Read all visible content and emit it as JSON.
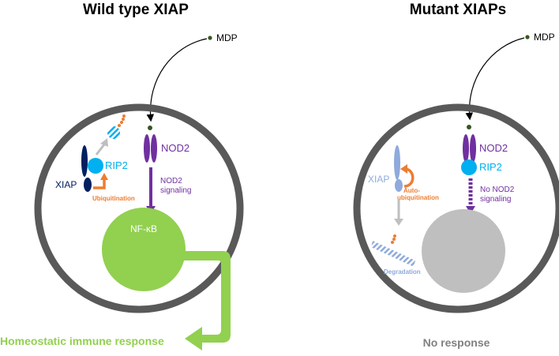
{
  "left_panel": {
    "title": "Wild type XIAP",
    "mdp_label": "MDP",
    "nod2_label": "NOD2",
    "rip2_label": "RIP2",
    "xiap_label": "XIAP",
    "ubiquitination_label": "Ubiquitination",
    "signaling_label_line1": "NOD2",
    "signaling_label_line2": "signaling",
    "nucleus_label": "NF-κB",
    "outcome_label": "Homeostatic immune response"
  },
  "right_panel": {
    "title": "Mutant XIAPs",
    "mdp_label": "MDP",
    "nod2_label": "NOD2",
    "rip2_label": "RIP2",
    "xiap_label": "XIAP",
    "auto_ubiquitination_line1": "Auto-",
    "auto_ubiquitination_line2": "ubiquitination",
    "signaling_label_line1": "No NOD2",
    "signaling_label_line2": "signaling",
    "degradation_label": "Degradation",
    "outcome_label": "No response"
  },
  "colors": {
    "cell_membrane": "#595959",
    "nod2": "#7030a0",
    "rip2": "#00b0f0",
    "xiap_wild": "#002060",
    "xiap_mutant": "#8faadc",
    "ubiquitin": "#ed7d31",
    "nucleus_active": "#92d050",
    "nucleus_inactive": "#bfbfbf",
    "arrow_gray": "#bfbfbf",
    "mdp_dot": "#375623",
    "outcome_text_active": "#92d050",
    "outcome_text_inactive": "#808080"
  }
}
